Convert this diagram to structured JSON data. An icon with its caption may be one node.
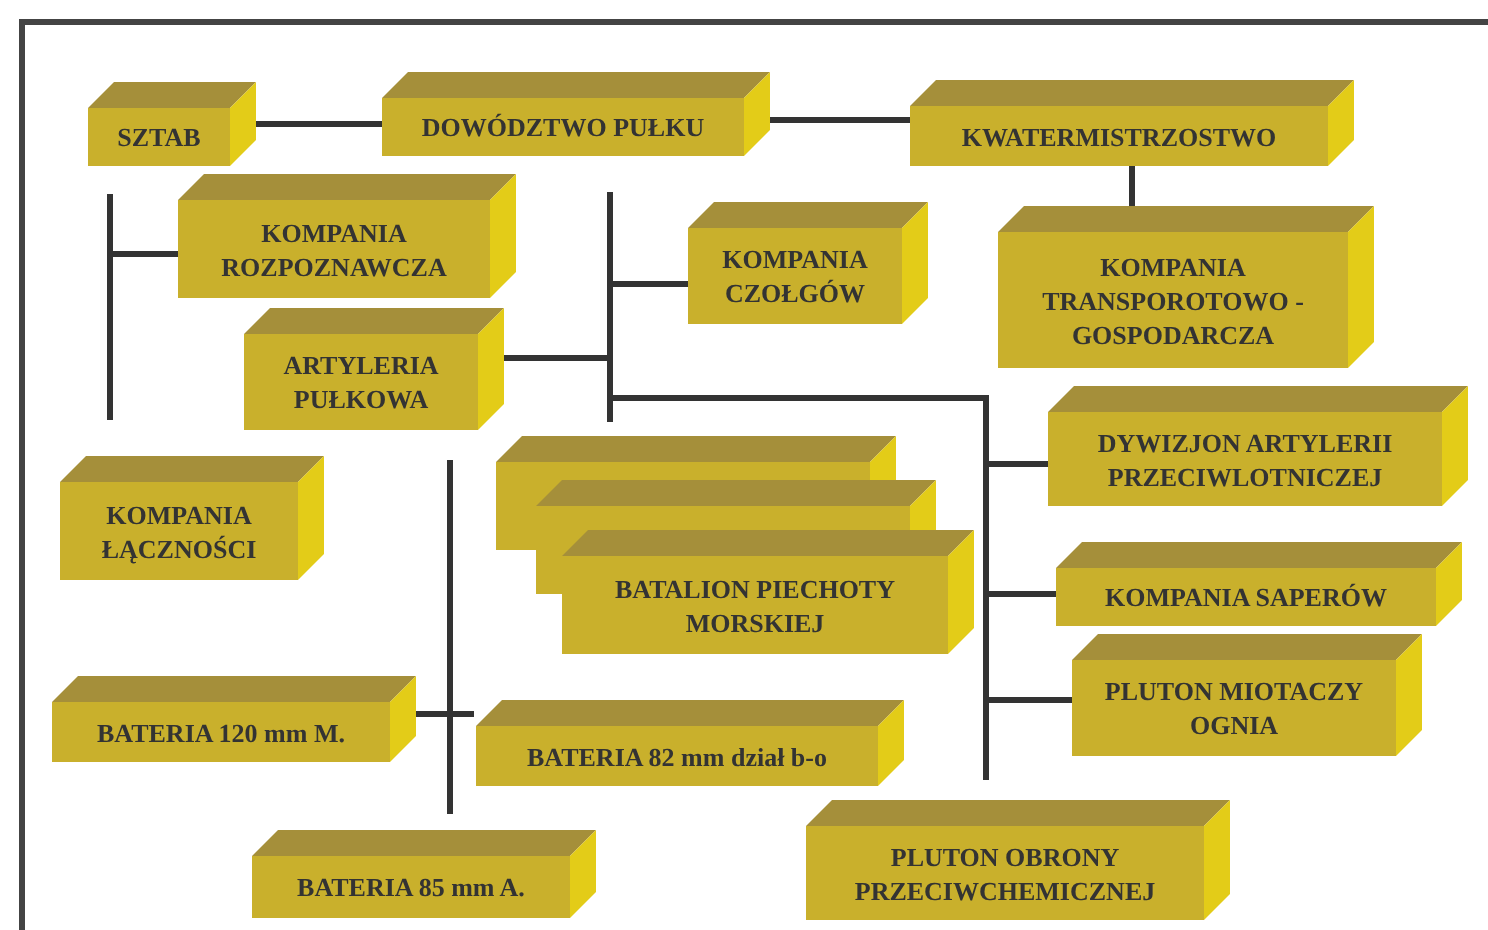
{
  "diagram": {
    "nodes": [
      {
        "text": [
          "SZTAB"
        ]
      },
      {
        "text": [
          "DOWÓDZTWO PUŁKU"
        ]
      },
      {
        "text": [
          "KWATERMISTRZOSTWO"
        ]
      },
      {
        "text": [
          "KOMPANIA ROZPOZNAWCZA"
        ]
      },
      {
        "text": [
          "KOMPANIA CZOŁGÓW"
        ]
      },
      {
        "text": [
          "KOMPANIA TRANSPOROTOWO - GOSPODARCZA"
        ]
      },
      {
        "text": [
          "ARTYLERIA PUŁKOWA"
        ]
      },
      {
        "text": [
          "DYWIZJON ARTYLERII PRZECIWLOTNICZEJ"
        ]
      },
      {
        "text": [
          "KOMPANIA ŁĄCZNOŚCI"
        ]
      },
      {
        "text": [],
        "shape": "box"
      },
      {
        "text": [],
        "shape": "box"
      },
      {
        "text": [
          "BATALION PIECHOTY MORSKIEJ"
        ]
      },
      {
        "text": [
          "KOMPANIA SAPERÓW"
        ]
      },
      {
        "text": [
          "PLUTON MIOTACZY OGNIA"
        ]
      },
      {
        "text": [
          "BATERIA 120 mm M."
        ]
      },
      {
        "text": [
          "BATERIA 82 mm dział b-o"
        ]
      },
      {
        "text": [
          "BATERIA 85 mm A."
        ]
      },
      {
        "text": [
          "PLUTON OBRONY PRZECIWCHEMICZNEJ"
        ]
      }
    ],
    "edges": [
      {
        "from": 0,
        "to": 1,
        "arrow": "none"
      },
      {
        "from": 1,
        "to": 2,
        "arrow": "none"
      },
      {
        "from": 2,
        "to": 5,
        "arrow": "none"
      },
      {
        "from": null,
        "to": 3,
        "arrow": "none"
      },
      {
        "from": 6,
        "to": 4,
        "arrow": "none"
      },
      {
        "from": 6,
        "to": 7,
        "arrow": "none"
      },
      {
        "from": 6,
        "to": 12,
        "arrow": "none"
      },
      {
        "from": 6,
        "to": 13,
        "arrow": "none"
      },
      {
        "from": null,
        "to": 14,
        "arrow": "none"
      }
    ]
  }
}
